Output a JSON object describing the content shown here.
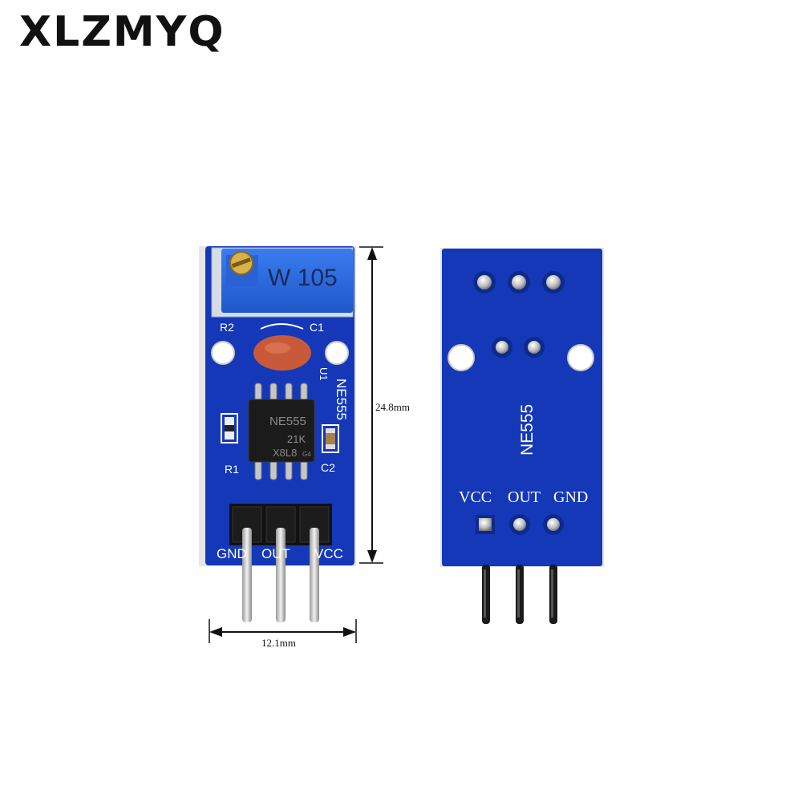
{
  "brand": "XLZMYQ",
  "colors": {
    "pcb": "#1438b8",
    "pcb_dark": "#0e2a8a",
    "trimmer": "#2f6ee6",
    "capacitor": "#c85a3a",
    "chip": "#1b1b1b",
    "header": "#111111",
    "pin": "#c8c8c8"
  },
  "front": {
    "trimmer_label": "W 105",
    "silk_r2": "R2",
    "silk_c1": "C1",
    "silk_u1": "U1",
    "silk_ne555": "NE555",
    "silk_r1": "R1",
    "silk_c2": "C2",
    "chip_line1": "NE555",
    "chip_line2": "21K",
    "chip_line3": "X8L8",
    "chip_line3_small": "G4",
    "pin_gnd": "GND",
    "pin_out": "OUT",
    "pin_vcc": "VCC"
  },
  "back": {
    "silk_ne555": "NE555",
    "pin_vcc": "VCC",
    "pin_out": "OUT",
    "pin_gnd": "GND"
  },
  "dimensions": {
    "height_label": "24.8mm",
    "width_label": "12.1mm"
  },
  "icons": [
    "potentiometer-icon",
    "capacitor-icon",
    "ic-chip-icon",
    "pin-header-icon",
    "dimension-arrow-icon"
  ]
}
